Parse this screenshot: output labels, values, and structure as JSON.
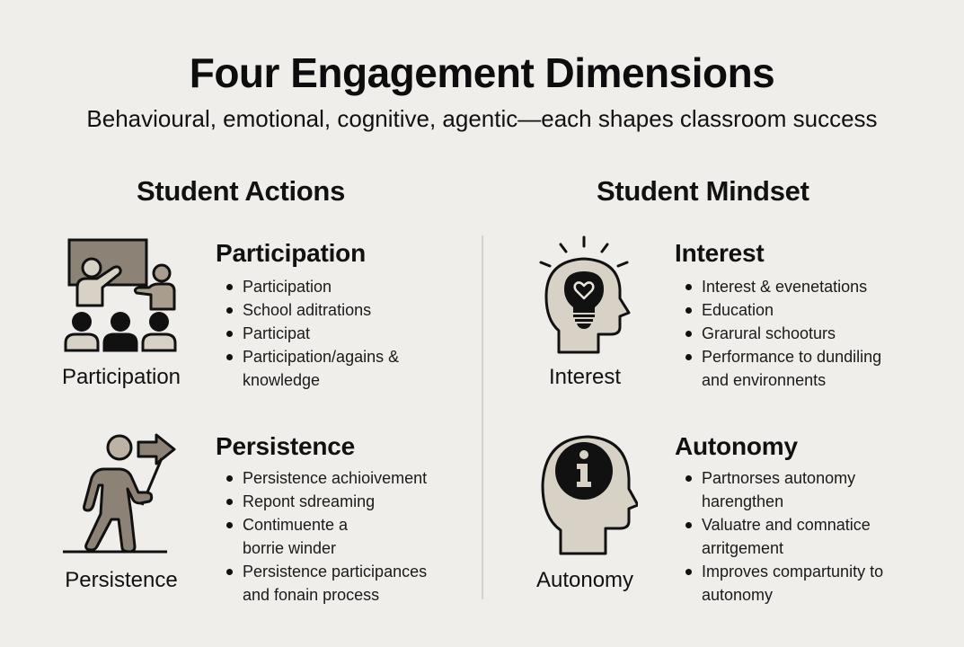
{
  "header": {
    "title": "Four Engagement Dimensions",
    "subtitle": "Behavioural, emotional, cognitive, agentic—each shapes classroom success"
  },
  "columns": [
    {
      "heading": "Student Actions",
      "cards": [
        {
          "icon": "classroom-participation-icon",
          "icon_label": "Participation",
          "title": "Participation",
          "bullets": [
            "Participation",
            "School aditrations",
            "Participat",
            "Participation/agains & knowledge"
          ]
        },
        {
          "icon": "walking-person-arrow-sign-icon",
          "icon_label": "Persistence",
          "title": "Persistence",
          "bullets": [
            "Persistence achioivement",
            "Repont sdreaming",
            "Contimuente a borrie winder",
            "Persistence participances and fonain process"
          ]
        }
      ]
    },
    {
      "heading": "Student Mindset",
      "cards": [
        {
          "icon": "head-lightbulb-heart-icon",
          "icon_label": "Interest",
          "title": "Interest",
          "bullets": [
            "Interest & evenetations",
            "Education",
            "Grarural schooturs",
            "Performance to dundiling and environnents"
          ]
        },
        {
          "icon": "head-info-icon",
          "icon_label": "Autonomy",
          "title": "Autonomy",
          "bullets": [
            "Partnorses autonomy harengthen",
            "Valuatre and comnatice arritgement",
            "Improves compartunity to autonomy"
          ]
        }
      ]
    }
  ],
  "colors": {
    "background": "#f0eeea",
    "icon_fill_dark": "#8c8275",
    "icon_fill_light": "#d8d1c5",
    "ink": "#111111",
    "divider": "#d6d3ce"
  }
}
